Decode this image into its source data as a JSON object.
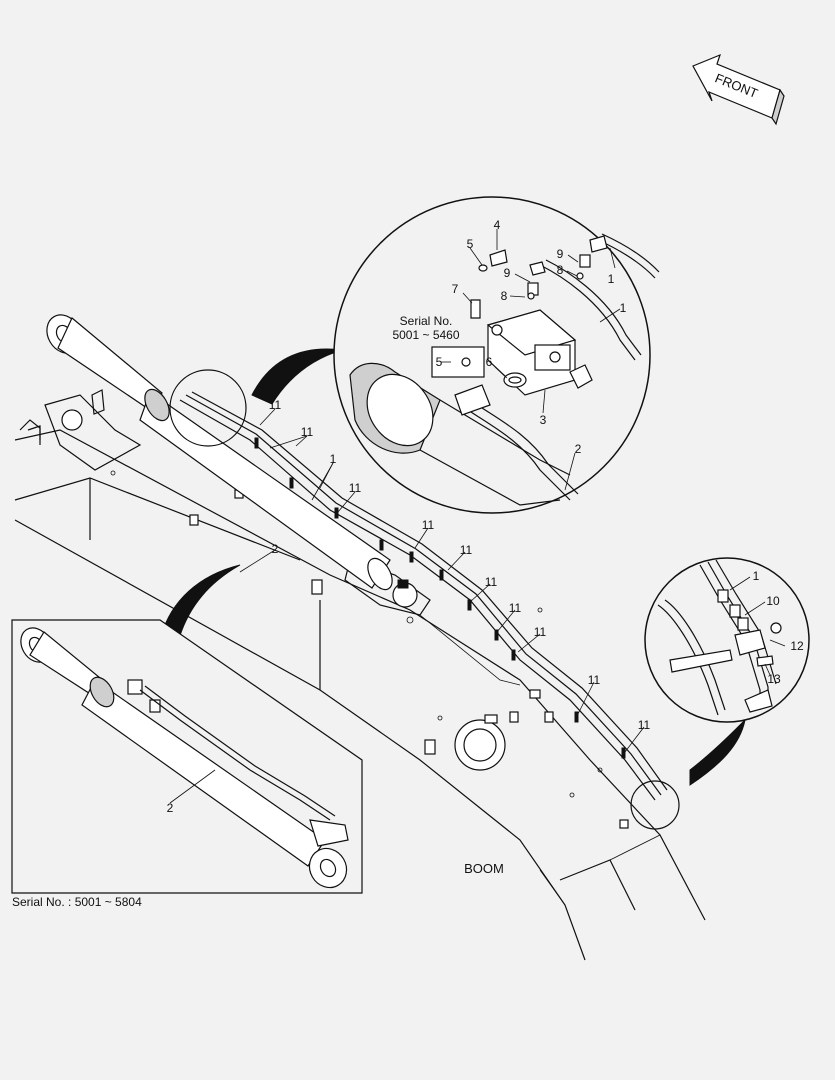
{
  "front_label": "FRONT",
  "boom_label": "BOOM",
  "inset_serial_label": "Serial No. : 5001 ~ 5804",
  "detail_serial_line1": "Serial No.",
  "detail_serial_line2": "5001 ~ 5460",
  "callouts": {
    "detail_top": [
      "4",
      "5",
      "9",
      "8",
      "9",
      "8",
      "7",
      "1",
      "1",
      "5",
      "6",
      "3",
      "2"
    ],
    "detail_right": [
      "1",
      "10",
      "12",
      "13"
    ],
    "main": [
      "11",
      "11",
      "1",
      "11",
      "2",
      "11",
      "11",
      "11",
      "11",
      "11",
      "11",
      "11"
    ],
    "inset": [
      "2"
    ]
  }
}
